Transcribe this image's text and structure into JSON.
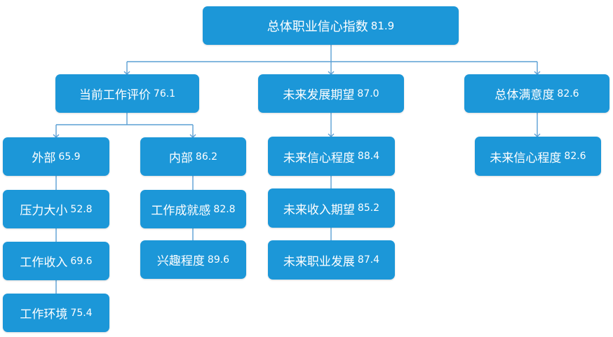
{
  "colors": {
    "node_fill": "#1c97d8",
    "connector": "#5a9fd4",
    "text": "#ffffff"
  },
  "root": {
    "label": "总体职业信心指数",
    "value": "81.9"
  },
  "current_work": {
    "label": "当前工作评价",
    "value": "76.1",
    "external": {
      "label": "外部",
      "value": "65.9",
      "items": [
        {
          "label": "压力大小",
          "value": "52.8"
        },
        {
          "label": "工作收入",
          "value": "69.6"
        },
        {
          "label": "工作环境",
          "value": "75.4"
        }
      ]
    },
    "internal": {
      "label": "内部",
      "value": "86.2",
      "items": [
        {
          "label": "工作成就感",
          "value": "82.8"
        },
        {
          "label": "兴趣程度",
          "value": "89.6"
        }
      ]
    }
  },
  "future": {
    "label": "未来发展期望",
    "value": "87.0",
    "items": [
      {
        "label": "未来信心程度",
        "value": "88.4"
      },
      {
        "label": "未来收入期望",
        "value": "85.2"
      },
      {
        "label": "未来职业发展",
        "value": "87.4"
      }
    ]
  },
  "satisfaction": {
    "label": "总体满意度",
    "value": "82.6",
    "items": [
      {
        "label": "未来信心程度",
        "value": "82.6"
      }
    ]
  }
}
